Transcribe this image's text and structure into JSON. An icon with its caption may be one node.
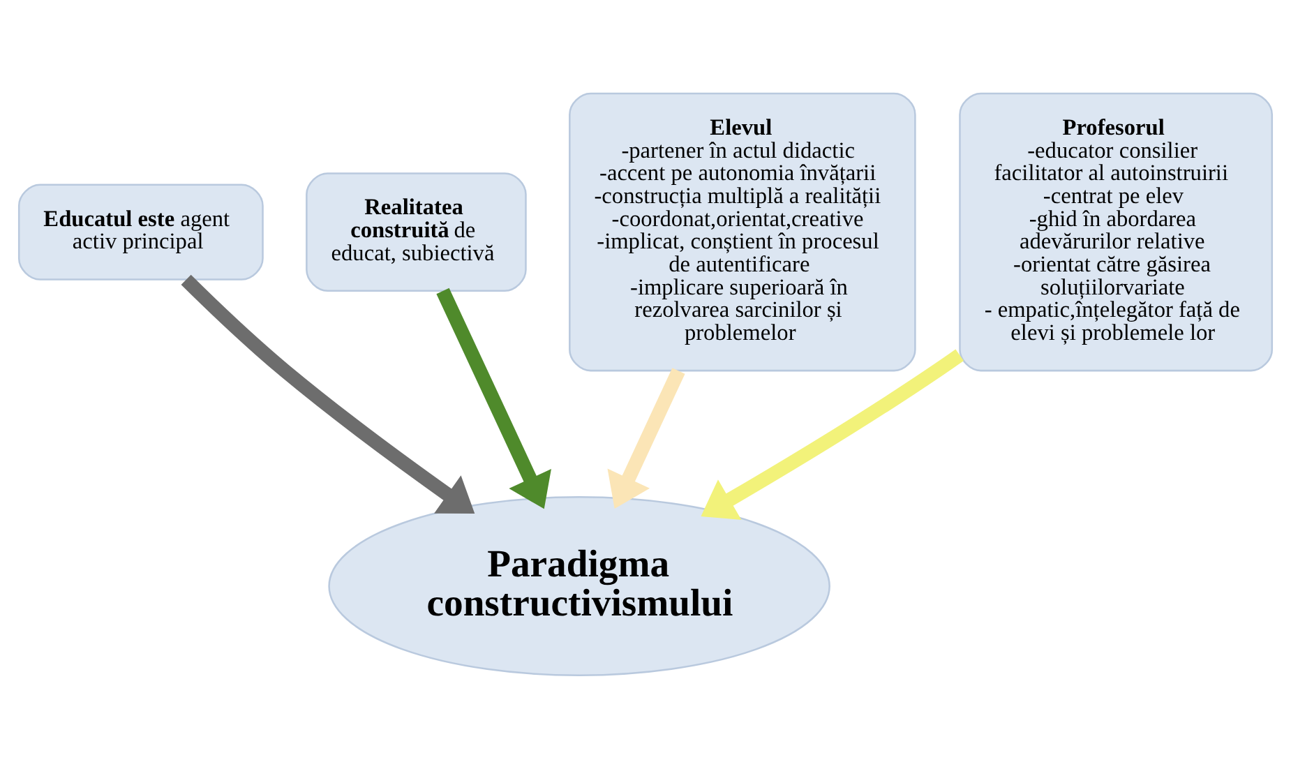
{
  "diagram": {
    "nodes": [
      {
        "text": [
          "Elevul",
          "-partener în actul didactic",
          "-accent pe autonomia învățarii",
          "-construcția multiplă a realității",
          "-coordonat,orientat,creative",
          "-implicat, conștient în procesul de autentificare",
          "-implicare superioară în rezolvarea sarcinilor și problemelor"
        ]
      },
      {
        "text": [
          "**Realitatea construită** de educat, subiectivă"
        ]
      },
      {
        "text": [
          "**Educatul este** agent activ principal"
        ]
      },
      {
        "text": [
          "Profesorul",
          "-educator consilier facilitator al autoinstruirii",
          "-centrat pe elev",
          "-ghid în abordarea adevărurilor relative",
          "-orientat către găsirea soluțiilorvariate",
          "- empatic,înțelegător față de elevi și problemele lor"
        ]
      },
      {
        "text": [
          "Paradigma constructivismului"
        ]
      }
    ],
    "edges": [
      {
        "from": 2,
        "to": 4,
        "arrow": "to",
        "color": "#6d6d6d"
      },
      {
        "from": 1,
        "to": 4,
        "arrow": "to",
        "color": "#4f8a2b"
      },
      {
        "from": 0,
        "to": 4,
        "arrow": "to",
        "color": "#fbe5b6"
      },
      {
        "from": 3,
        "to": 4,
        "arrow": "to",
        "color": "#f2f27a"
      }
    ]
  }
}
